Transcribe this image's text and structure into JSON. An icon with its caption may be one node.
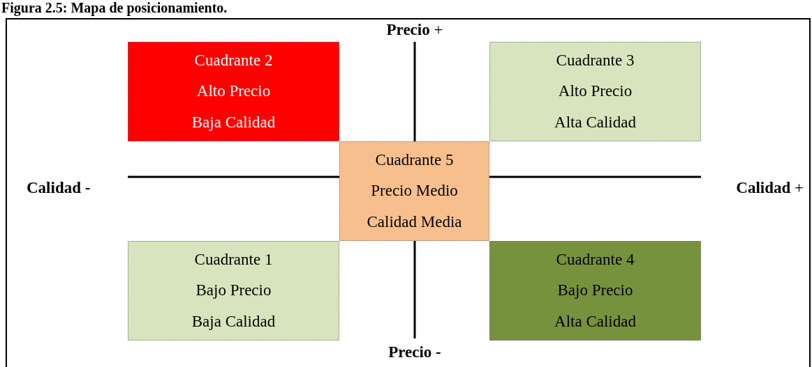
{
  "diagram": {
    "title": "Figura 2.5: Mapa de posicionamiento.",
    "nodes": [
      {
        "text": [
          "Cuadrante 2",
          "Alto Precio",
          "Baja Calidad"
        ]
      },
      {
        "text": [
          "Cuadrante 3",
          "Alto Precio",
          "Alta Calidad"
        ]
      },
      {
        "text": [
          "Cuadrante 5",
          "Precio Medio",
          "Calidad Media"
        ]
      },
      {
        "text": [
          "Cuadrante 1",
          "Bajo Precio",
          "Baja Calidad"
        ]
      },
      {
        "text": [
          "Cuadrante 4",
          "Bajo Precio",
          "Alta Calidad"
        ]
      }
    ],
    "labels": [
      "**Precio** +",
      "Calidad -",
      "**Calidad** +",
      "Precio -"
    ]
  }
}
